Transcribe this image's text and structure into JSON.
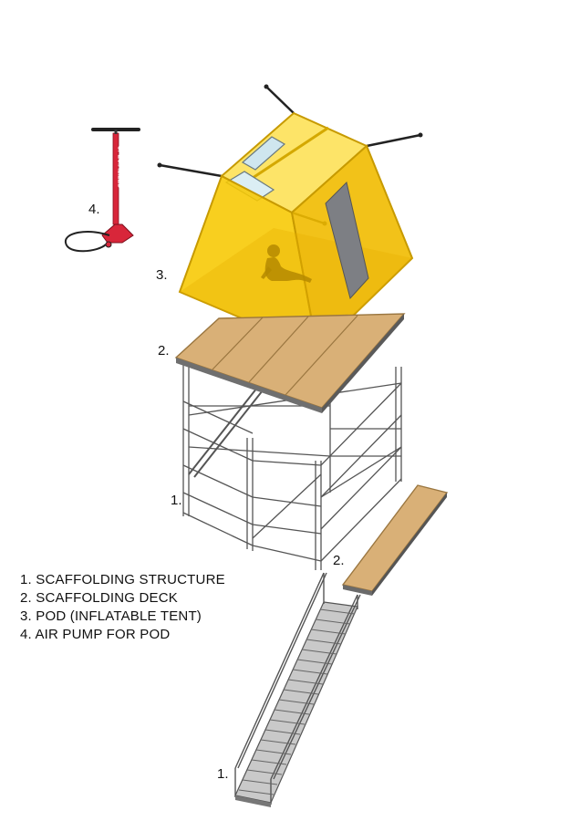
{
  "callouts": {
    "pump": "4.",
    "pod": "3.",
    "deck_top": "2.",
    "scaffold": "1.",
    "deck_side": "2.",
    "stair": "1."
  },
  "pump_brand": "SPECIALIZED",
  "legend": [
    "1. SCAFFOLDING STRUCTURE",
    "2. SCAFFOLDING DECK",
    "3. POD (INFLATABLE TENT)",
    "4. AIR PUMP FOR POD"
  ],
  "colors": {
    "pod_fill": "#f7c800",
    "pod_edge": "#c79a00",
    "deck": "#d9b077",
    "pump": "#d8263a",
    "frame": "#555555"
  }
}
